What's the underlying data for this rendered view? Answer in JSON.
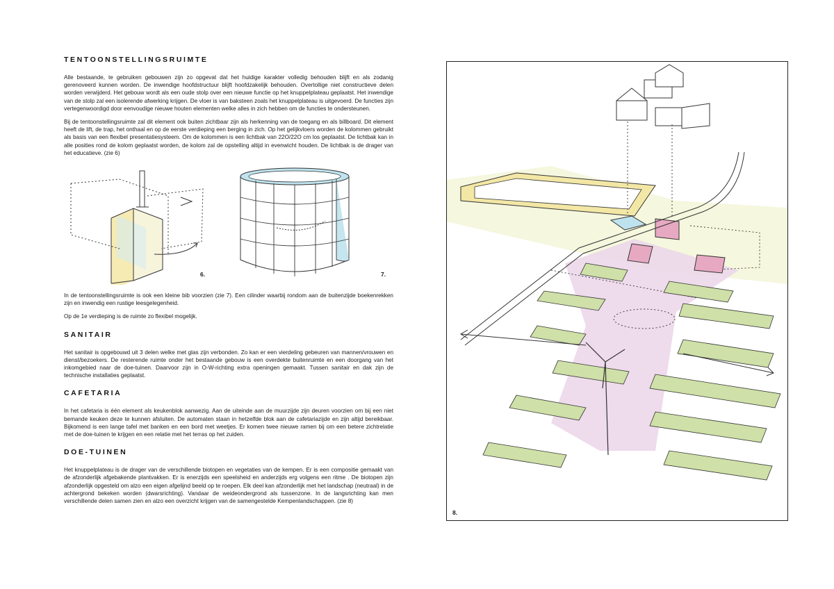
{
  "sections": {
    "tentoonstelling": {
      "heading": "TENTOONSTELLINGSRUIMTE",
      "p1": "Alle bestaande, te gebruiken gebouwen zijn zo opgevat dat het huidige karakter volledig behouden blijft en als zodanig gerenoveerd kunnen worden. De inwendige hoofdstructuur blijft hoofdzakelijk behouden. Overtollige niet constructieve delen worden verwijderd. Het gebouw wordt als een oude stolp over een nieuwe functie op het knuppelplateau geplaatst. Het inwendige van de stolp zal een isolerende afwerking krijgen. De vloer is van baksteen zoals het knuppelplateau is uitgevoerd. De functies zijn vertegenwoordigd door eenvoudige nieuwe houten elementen welke alles in zich hebben om de functies te ondersteunen.",
      "p2": "Bij de tentoonstellingsruimte zal dit element ook buiten zichtbaar zijn als herkenning van de toegang en als billboard. Dit element heeft de lift, de trap, het onthaal en op de eerste verdieping een berging in zich. Op het gelijkvloers worden de kolommen gebruikt als basis van een flexibel presentatiesysteem. Om de kolommen is een lichtbak van 22O/22O cm los geplaatst. De lichtbak kan in alle posities rond de kolom geplaatst worden, de kolom zal de opstelling altijd in evenwicht houden. De lichtbak is de drager van het educatieve. (zie 6)",
      "p3": "In de tentoonstellingsruimte is ook een kleine bib voorzien (zie 7). Een cilinder waarbij rondom aan de buitenzijde boekenrekken zijn en inwendig een rustige leesgelegenheid.",
      "p4": "Op de 1e verdieping is de ruimte zo flexibel mogelijk."
    },
    "sanitair": {
      "heading": "SANITAIR",
      "p1": "Het sanitair is opgebouwd uit 3 delen welke met glas zijn verbonden. Zo kan er een vierdeling gebeuren van mannen/vrouwen en dienst/bezoekers. De resterende ruimte onder het bestaande gebouw is een overdekte buitenruimte en een doorgang van het inkomgebied naar de doe-tuinen. Daarvoor zijn in O-W-richting extra openingen gemaakt. Tussen sanitair en dak zijn de technische installaties geplaatst."
    },
    "cafetaria": {
      "heading": "CAFETARIA",
      "p1": "In het cafetaria is één element als keukenblok aanwezig. Aan de uiteinde aan de muurzijde zijn deuren voorzien om bij een niet bemande keuken deze te kunnen afsluiten. De automaten staan in hetzelfde blok aan de cafetariazijde en zijn altijd bereikbaar. Bijkomend is een lange tafel met banken en een bord met weetjes. Er komen twee nieuwe ramen bij om een betere zichtrelatie met de doe-tuinen te krijgen en een relatie met het terras op het zuiden."
    },
    "doetuinen": {
      "heading": "DOE-TUINEN",
      "p1": "Het knuppelplateau is de drager van de verschillende biotopen en vegetaties van de kempen. Er is een compositie gemaakt van de afzonderlijk afgebakende plantvakken. Er is enerzijds een speelsheid en anderzijds erg volgens een ritme . De biotopen zijn afzonderlijk opgesteld om alzo een eigen afgelijnd beeld op te roepen. Elk deel kan afzonderlijk met het landschap (neutraal) in de achtergrond bekeken worden (dwarsrichting). Vandaar de weideondergrond als tussenzone. In de langsrichting kan men verschillende delen samen zien en alzo een overzicht krijgen van de samengestelde Kempenlandschappen. (zie 8)"
    }
  },
  "figures": {
    "fig6": "6.",
    "fig7": "7.",
    "fig8": "8."
  },
  "colors": {
    "yellow": "#f3e7a6",
    "blue": "#bfe3ee",
    "green": "#cfe0a8",
    "pink": "#ecd7ea",
    "red": "#d98aa6",
    "ink": "#1a1a1a"
  }
}
